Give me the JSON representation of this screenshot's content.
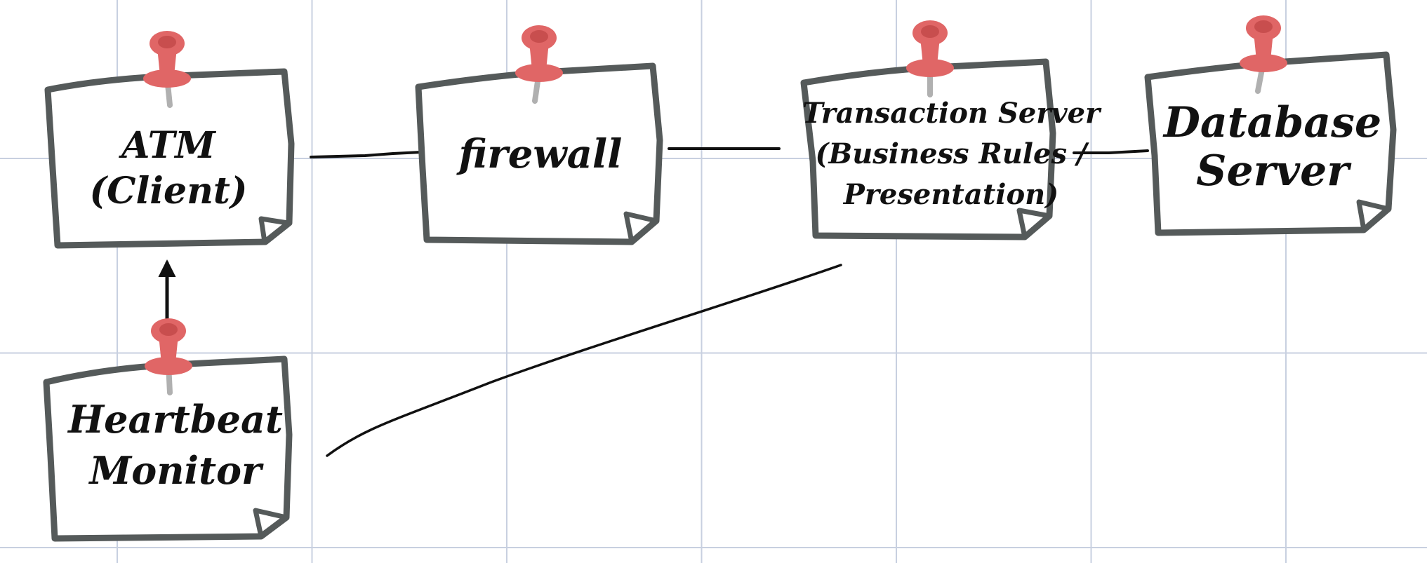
{
  "colors": {
    "note_border": "#555a5a",
    "note_fill": "#ffffff",
    "pin": "#e06666",
    "pin_dark": "#c84e4e",
    "connector": "#111111",
    "grid": "#c8d0e0"
  },
  "icons": {
    "pin": "pushpin-icon",
    "fold": "page-curl-icon"
  },
  "nodes": {
    "atm": {
      "label": "ATM\n(Client)"
    },
    "firewall": {
      "label": "firewall"
    },
    "transaction_server": {
      "label": "Transaction Server\n(Business Rules /\nPresentation)"
    },
    "database_server": {
      "label": "Database\nServer"
    },
    "heartbeat_monitor": {
      "label": "Heartbeat\nMonitor"
    }
  },
  "edges": [
    {
      "from": "atm",
      "to": "firewall",
      "style": "line"
    },
    {
      "from": "firewall",
      "to": "transaction_server",
      "style": "line"
    },
    {
      "from": "transaction_server",
      "to": "database_server",
      "style": "line"
    },
    {
      "from": "heartbeat_monitor",
      "to": "atm",
      "style": "arrow"
    },
    {
      "from": "heartbeat_monitor",
      "to": "transaction_server",
      "style": "line"
    }
  ]
}
